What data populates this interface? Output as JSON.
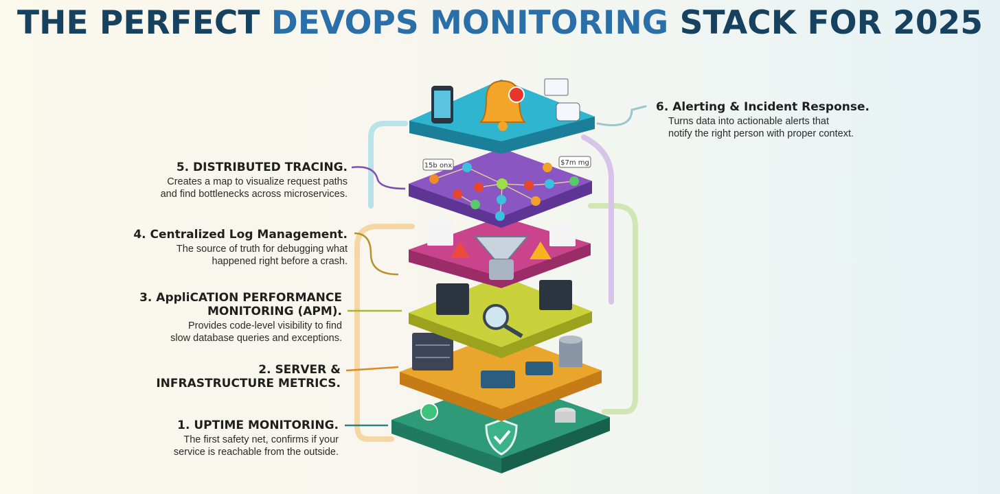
{
  "title": {
    "part1": "THE PERFECT ",
    "accent": "DEVOPS MONITORING",
    "part2": " STACK FOR 2025"
  },
  "colors": {
    "title_dark": "#16425f",
    "title_accent": "#2a6fa8",
    "layer6": "#2fb5cf",
    "layer5": "#8a56c2",
    "layer4": "#c9448d",
    "layer3": "#c9d23a",
    "layer2": "#eaa52c",
    "layer1": "#2e9a78"
  },
  "layers": [
    {
      "heading": "6. Alerting & Incident Response.",
      "desc1": "Turns data into actionable alerts that",
      "desc2": "notify the right person with proper context.",
      "icon": "bell-icon"
    },
    {
      "heading": "5. DISTRIBUTED TRACING.",
      "desc1": "Creates a map to visualize request paths",
      "desc2": "and find bottlenecks across microservices.",
      "icon": "trace-graph-icon",
      "tag1": "15b onx",
      "tag2": "$7m mg"
    },
    {
      "heading": "4. Centralized Log Management.",
      "desc1": "The source of truth for debugging what",
      "desc2": "happened right before a crash.",
      "icon": "funnel-icon"
    },
    {
      "heading1": "3. AppliCATION PERFORMANCE",
      "heading2": "MONITORING (APM).",
      "desc1": "Provides code-level visibility to find",
      "desc2": "slow database queries and exceptions.",
      "icon": "magnifier-icon"
    },
    {
      "heading1": "2. SERVER &",
      "heading2": "INFRASTRUCTURE METRICS.",
      "icon": "server-icon"
    },
    {
      "heading": "1. UPTIME MONITORING.",
      "desc1": "The first safety net, confirms if your",
      "desc2": "service is reachable from the outside.",
      "icon": "shield-check-icon"
    }
  ]
}
